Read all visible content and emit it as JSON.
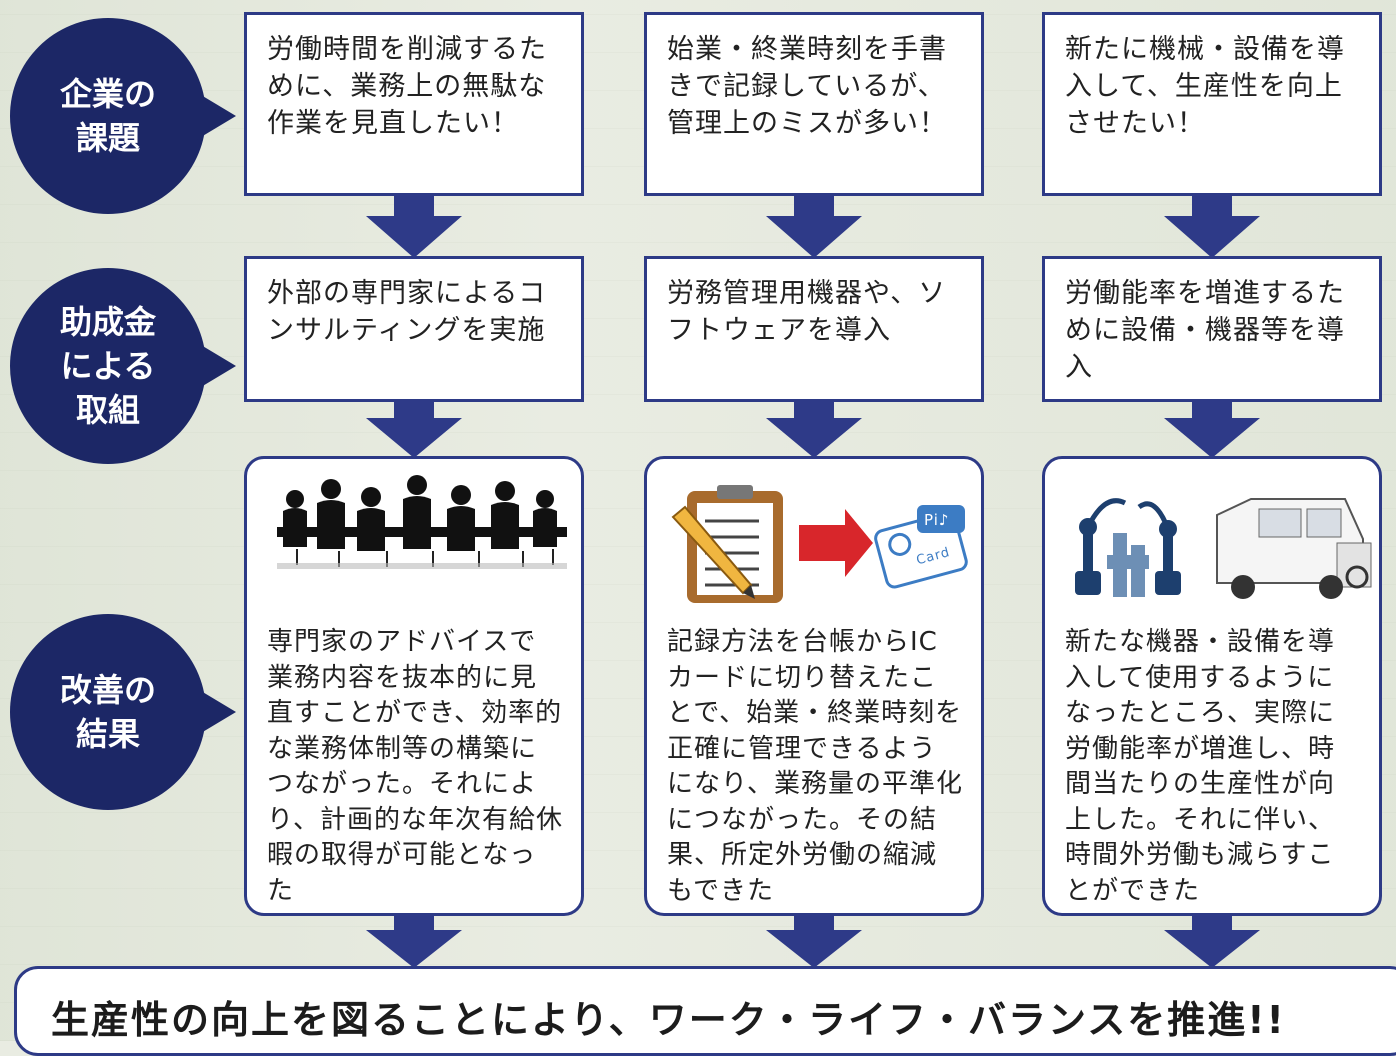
{
  "row_labels": [
    {
      "label": "企業の\n課題"
    },
    {
      "label": "助成金\nによる\n取組"
    },
    {
      "label": "改善の\n結果"
    }
  ],
  "columns": [
    {
      "challenge": "労働時間を削減するために、業務上の無駄な作業を見直したい！",
      "initiative": "外部の専門家によるコンサルティングを実施",
      "result": "専門家のアドバイスで業務内容を抜本的に見直すことができ、効率的な業務体制等の構築につながった。それにより、計画的な年次有給休暇の取得が可能となった",
      "illustration": "business-meeting-silhouettes"
    },
    {
      "challenge": "始業・終業時刻を手書きで記録しているが、管理上のミスが多い！",
      "initiative": "労務管理用機器や、ソフトウェアを導入",
      "result": "記録方法を台帳からICカードに切り替えたことで、始業・終業時刻を正確に管理できるようになり、業務量の平準化につながった。その結果、所定外労働の縮減もできた",
      "illustration": "clipboard-to-ic-card",
      "ic_card_text": [
        "Card",
        "Pi♪"
      ]
    },
    {
      "challenge": "新たに機械・設備を導入して、生産性を向上させたい！",
      "initiative": "労働能率を増進するために設備・機器等を導入",
      "result": "新たな機器・設備を導入して使用するようになったところ、実際に労働能率が増進し、時間当たりの生産性が向上した。それに伴い、時間外労働も減らすことができた",
      "illustration": "robot-arms-and-wheelchair-van"
    }
  ],
  "conclusion": "生産性の向上を図ることにより、ワーク・ライフ・バランスを推進!!",
  "colors": {
    "navy": "#1c2766",
    "border": "#2d3a86",
    "arrow": "#2e3a88",
    "red_arrow": "#d8262b"
  }
}
